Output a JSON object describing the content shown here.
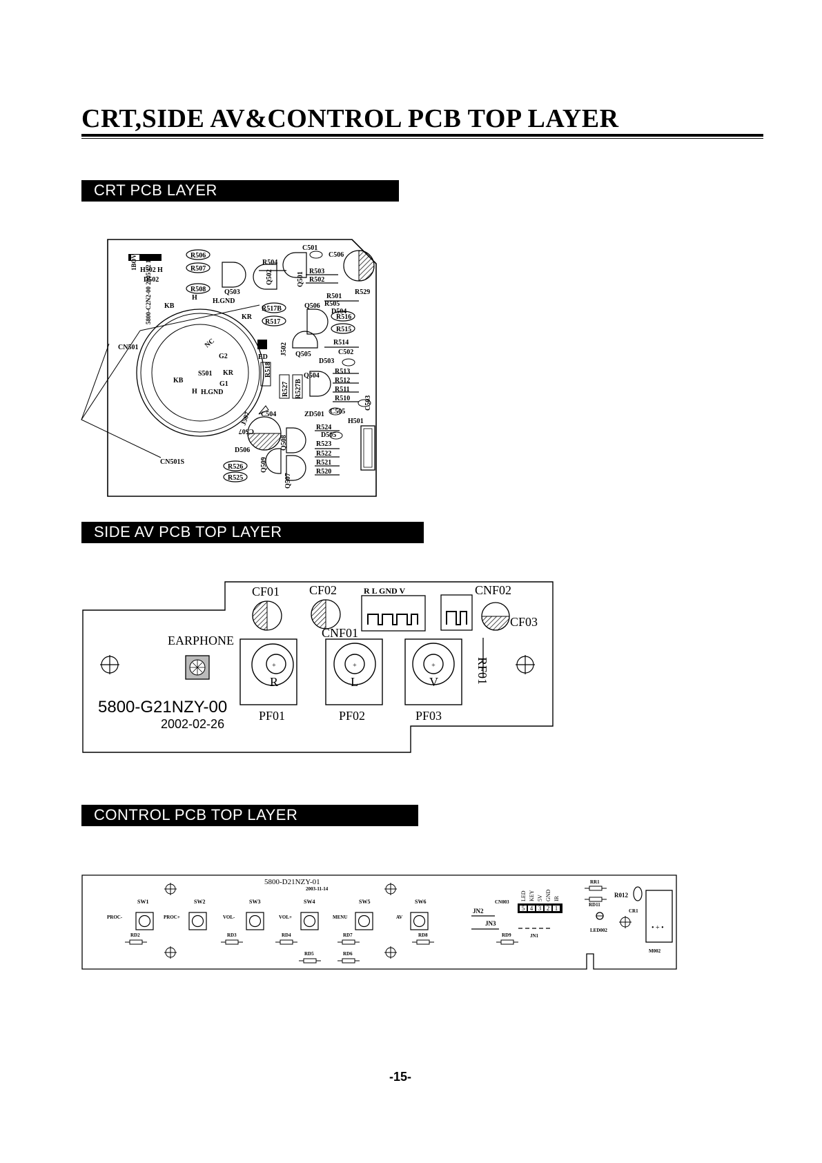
{
  "page": {
    "title": "CRT,SIDE  AV&CONTROL PCB TOP LAYER",
    "page_number": "-15-"
  },
  "sections": {
    "crt": {
      "label": "CRT PCB LAYER"
    },
    "side_av": {
      "label": "SIDE   AV  PCB TOP LAYER"
    },
    "control": {
      "label": "CONTROL PCB TOP LAYER"
    }
  },
  "crt_board": {
    "board_id": "1BOV",
    "rev": "5800-C2N2-00 2005 12 16",
    "labels": {
      "h502": "H502",
      "h": "H",
      "d502": "D502",
      "kb": "KB",
      "h2": "H",
      "hgnd": "H.GND",
      "r506": "R506",
      "r507": "R507",
      "r508": "R508",
      "q503": "Q503",
      "r504": "R504",
      "q502": "Q502",
      "q501": "Q501",
      "c501": "C501",
      "c506": "C506",
      "r503": "R503",
      "r502": "R502",
      "r529": "R529",
      "r501": "R501",
      "r505": "R505",
      "d504": "D504",
      "q506": "Q506",
      "r517b": "R517B",
      "r517": "R517",
      "r516": "R516",
      "r515": "R515",
      "kr": "KR",
      "r514": "R514",
      "cn501": "CN501",
      "nc": "NC",
      "g2": "G2",
      "s501": "S501",
      "kr2": "KR",
      "g1": "G1",
      "kb2": "KB",
      "h3": "H",
      "hgnd2": "H.GND",
      "q505": "Q505",
      "c502": "C502",
      "d503": "D503",
      "r518": "R518",
      "r513": "R513",
      "r512": "R512",
      "r511": "R511",
      "r510": "R510",
      "r527": "R527",
      "r527b": "R527B",
      "q504": "Q504",
      "c503": "C503",
      "zd501": "ZD501",
      "c505": "C505",
      "h501": "H501",
      "r524": "R524",
      "c504": "C504",
      "c507": "C507",
      "d505": "D505",
      "r523": "R523",
      "q508": "Q508",
      "r522": "R522",
      "r521": "R521",
      "r520": "R520",
      "d506": "D506",
      "r526": "R526",
      "r525": "R525",
      "q509": "Q509",
      "q507": "Q507",
      "cn501s": "CN501S",
      "j502": "J502",
      "j507": "J507",
      "ed": "ED"
    }
  },
  "side_av_board": {
    "labels": {
      "cf01": "CF01",
      "cf02": "CF02",
      "cf03": "CF03",
      "cnf01": "CNF01",
      "cnf02": "CNF02",
      "pins": "R  L  GND  V",
      "earphone": "EARPHONE",
      "part": "5800-G21NZY-00",
      "date": "2002-02-26",
      "pf01": "PF01",
      "pf02": "PF02",
      "pf03": "PF03",
      "rf01": "RF01",
      "r": "R",
      "l": "L",
      "v": "V"
    }
  },
  "control_board": {
    "labels": {
      "part": "5800-D21NZY-01",
      "date": "2003-11-14",
      "sw1": "SW1",
      "sw2": "SW2",
      "sw3": "SW3",
      "sw4": "SW4",
      "sw5": "SW5",
      "sw6": "SW6",
      "proc_minus": "PROC-",
      "proc_plus": "PROC+",
      "vol_minus": "VOL-",
      "vol_plus": "VOL+",
      "menu": "MENU",
      "av": "AV",
      "rd2": "RD2",
      "rd3": "RD3",
      "rd4": "RD4",
      "rd5": "RD5",
      "rd6": "RD6",
      "rd7": "RD7",
      "rd8": "RD8",
      "rd9": "RD9",
      "jn1": "JN1",
      "jn2": "JN2",
      "jn3": "JN3",
      "cn003": "CN003",
      "rr1": "RR1",
      "rd11": "RD11",
      "r012": "R012",
      "cr1": "CR1",
      "led002": "LED002",
      "m002": "M002",
      "connector_pins": [
        "LED",
        "KEY",
        "5V",
        "GND",
        "IR"
      ],
      "pin_numbers": [
        "5",
        "4",
        "3",
        "2",
        "1"
      ]
    }
  }
}
